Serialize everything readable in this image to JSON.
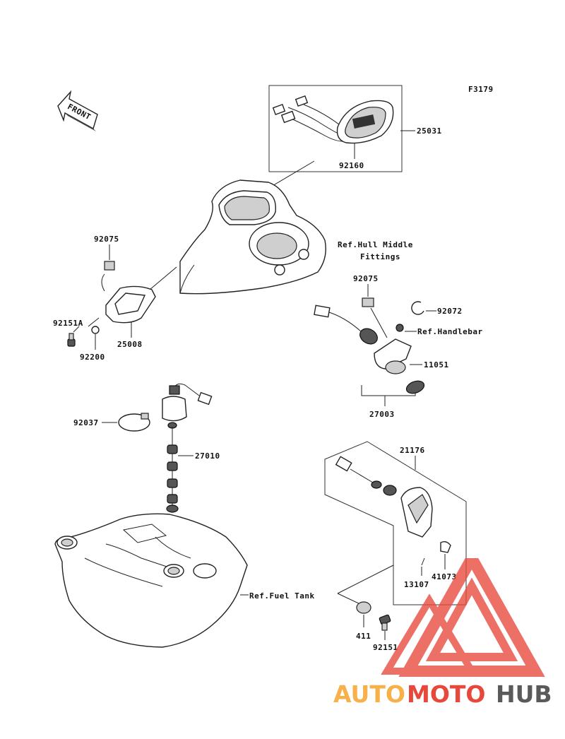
{
  "figure_code": "F3179",
  "front_label": "FRONT",
  "callouts": {
    "p25031": "25031",
    "p92160": "92160",
    "p92075a": "92075",
    "p92151a": "92151A",
    "p92200": "92200",
    "p25008": "25008",
    "ref_hull_1": "Ref.Hull Middle",
    "ref_hull_2": "Fittings",
    "p92075b": "92075",
    "p92072": "92072",
    "ref_handlebar": "Ref.Handlebar",
    "p11051": "11051",
    "p27003": "27003",
    "p92037": "92037",
    "p27010": "27010",
    "p21176": "21176",
    "p41073": "41073",
    "p13107": "13107",
    "ref_fuel_tank": "Ref.Fuel Tank",
    "p411": "411",
    "p92151": "92151"
  },
  "watermark": {
    "part1": "AUTO",
    "part2": "MOTO",
    "part3": "HUB",
    "color_primary": "#e8483c",
    "color_secondary": "#f6b14a",
    "color_dark": "#5a5a5a"
  }
}
